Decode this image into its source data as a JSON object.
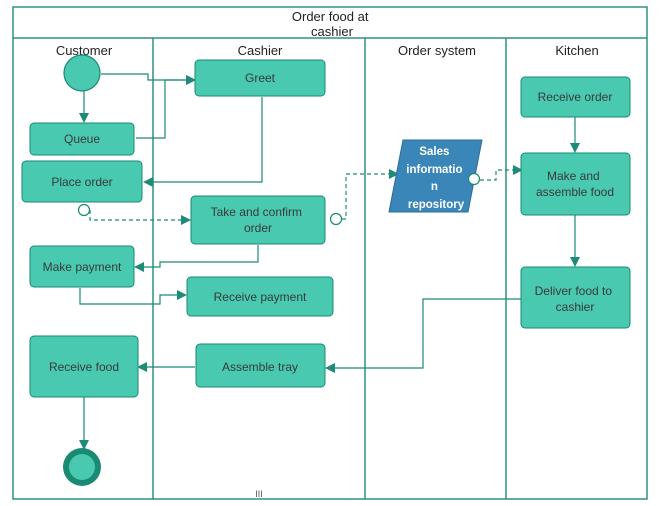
{
  "title_lines": [
    "Order food at",
    "cashier"
  ],
  "lanes": [
    "Customer",
    "Cashier",
    "Order system",
    "Kitchen"
  ],
  "nodes": {
    "greet": [
      "Greet"
    ],
    "queue": [
      "Queue"
    ],
    "place_order": [
      "Place order"
    ],
    "take_confirm": [
      "Take and confirm",
      "order"
    ],
    "make_payment": [
      "Make payment"
    ],
    "receive_payment": [
      "Receive payment"
    ],
    "receive_food": [
      "Receive food"
    ],
    "assemble_tray": [
      "Assemble tray"
    ],
    "receive_order": [
      "Receive order"
    ],
    "make_assemble": [
      "Make and",
      "assemble food"
    ],
    "deliver_food": [
      "Deliver food to",
      "cashier"
    ],
    "sales_repo": [
      "Sales",
      "informatio",
      "n",
      "repository"
    ]
  },
  "footer_mark": "III",
  "colors": {
    "node_fill": "#48c9b0",
    "node_stroke": "#1a8a73",
    "edge": "#1e8a78",
    "repo_fill": "#3a86b8",
    "lane_border": "#2e9180"
  }
}
